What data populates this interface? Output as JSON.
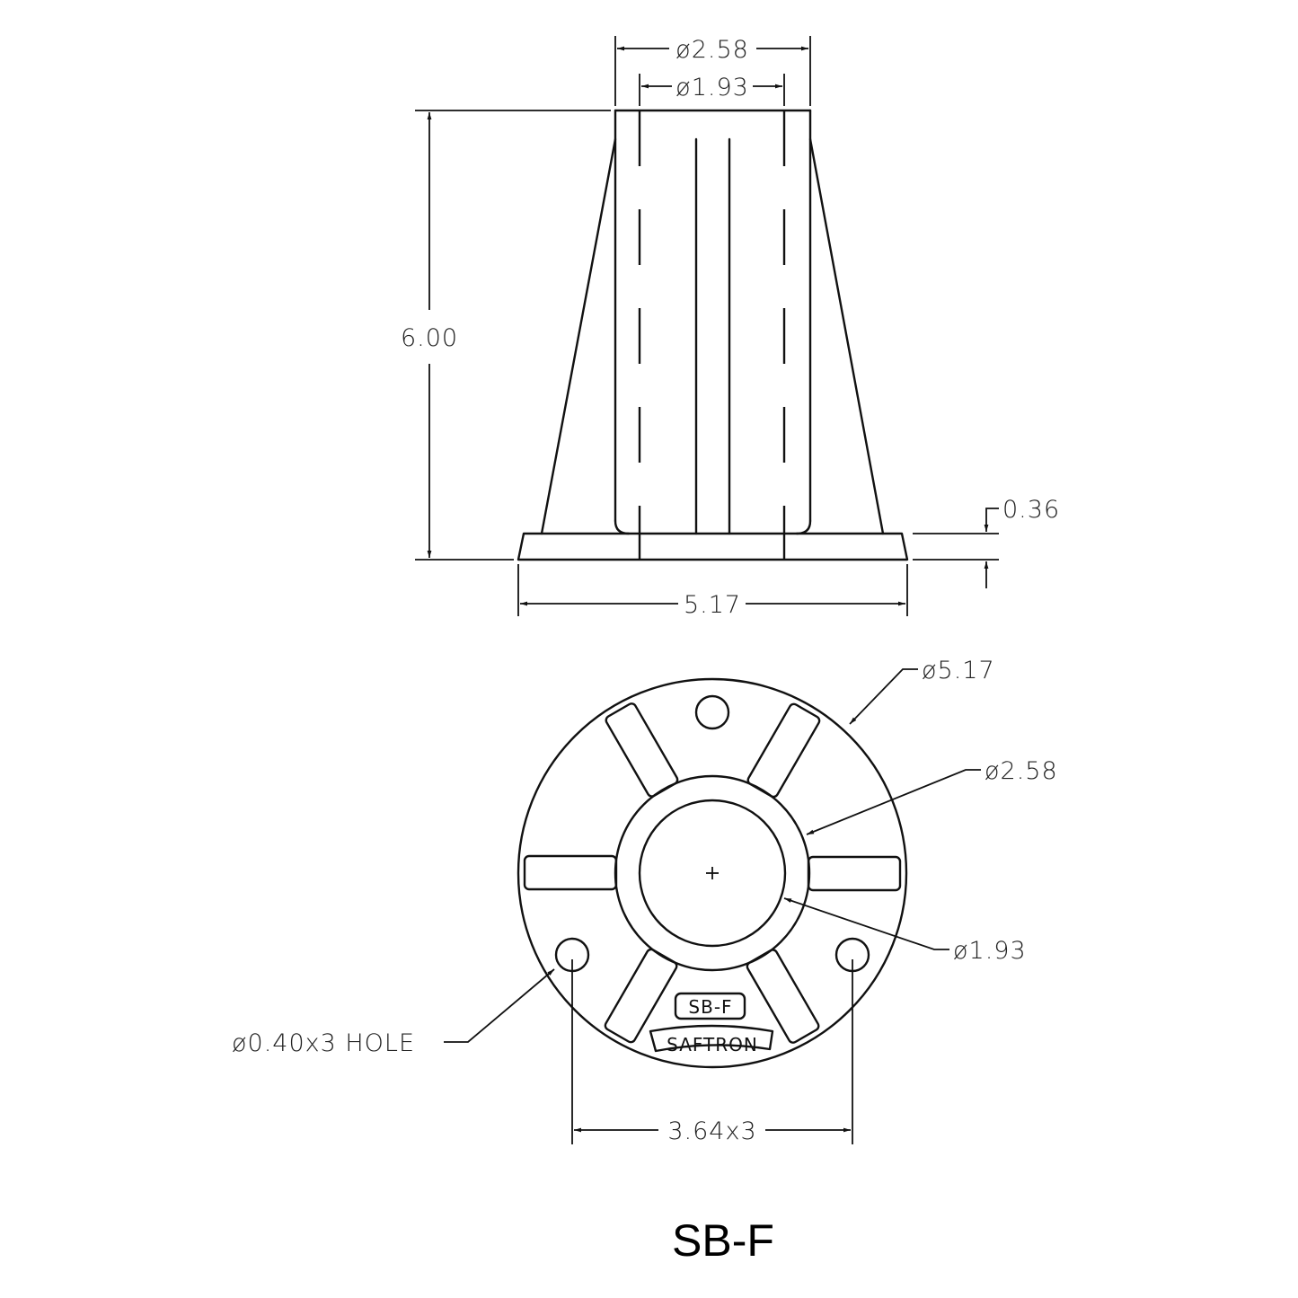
{
  "drawing": {
    "title": "SB-F",
    "front_view": {
      "outer_diameter_top": "ø2.58",
      "inner_diameter_top": "ø1.93",
      "height": "6.00",
      "base_thickness": "0.36",
      "base_width": "5.17"
    },
    "top_view": {
      "flange_diameter": "ø5.17",
      "tube_outer_diameter": "ø2.58",
      "tube_inner_diameter": "ø1.93",
      "mounting_holes": "ø0.40x3 HOLE",
      "hole_spacing": "3.64x3",
      "embossed_model": "SB-F",
      "embossed_brand": "SAFTRON"
    },
    "colors": {
      "line": "#111111",
      "background": "#ffffff"
    }
  }
}
